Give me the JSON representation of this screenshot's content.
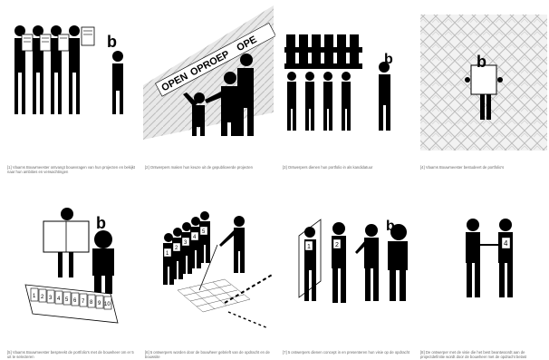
{
  "panels": [
    {
      "caption": "[1] Vlaams Bouwmeester ontvangt bouwvragen van hun projecten en bekijkt naar hun ambities en verwachtingen",
      "symbol": "b"
    },
    {
      "caption": "[2] Ontwerpers maken hun keuze uit de gepubliceerde projecten",
      "banner_word_1": "OPEN",
      "banner_word_2": "OPROEP",
      "banner_word_3": "OPE"
    },
    {
      "caption": "[3] Ontwerpers dienen hun portfolio in als kandidatuur",
      "symbol": "b"
    },
    {
      "caption": "[4] Vlaams Bouwmeester bestudeert de portfolio's",
      "symbol": "b"
    },
    {
      "caption": "[5] Vlaams Bouwmeester bespreekt de portfolio's met de bouwheer om er 5 uit te selecteren",
      "symbol": "b",
      "box_numbers": [
        "1",
        "2",
        "3",
        "4",
        "5",
        "6",
        "7",
        "8",
        "9",
        "10"
      ]
    },
    {
      "caption": "[6] 5 ontwerpers worden door de bouwheer gebrieft van de opdracht en de bouwsite",
      "badge_numbers": [
        "1",
        "2",
        "3",
        "4",
        "5"
      ]
    },
    {
      "caption": "[7] 5 ontwerpers dienen concept in en presenteren hun visie op de opdracht",
      "symbol": "b",
      "badge_numbers": [
        "1",
        "2"
      ]
    },
    {
      "caption": "[8] De ontwerper met de visie die het best beantwoordt aan de projectdefinitie wordt door de bouwheer met de opdracht belast",
      "badge_numbers": [
        "4"
      ]
    }
  ],
  "colors": {
    "ink": "#000000",
    "paper": "#ffffff",
    "pattern": "#c8c8c8",
    "caption": "#6a6a6a"
  }
}
